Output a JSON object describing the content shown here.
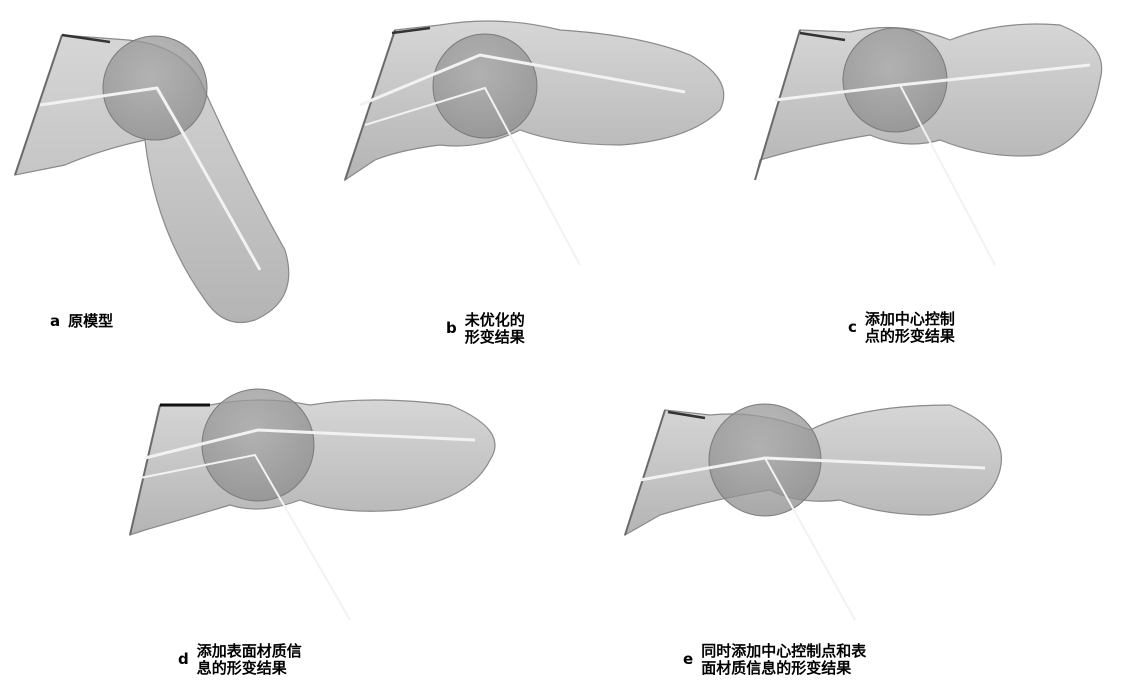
{
  "figure": {
    "panels": [
      {
        "id": "a",
        "letter": "a",
        "lines": [
          "原模型"
        ]
      },
      {
        "id": "b",
        "letter": "b",
        "lines": [
          "未优化的",
          "形变结果"
        ]
      },
      {
        "id": "c",
        "letter": "c",
        "lines": [
          "添加中心控制",
          "点的形变结果"
        ]
      },
      {
        "id": "d",
        "letter": "d",
        "lines": [
          "添加表面材质信",
          "息的形变结果"
        ]
      },
      {
        "id": "e",
        "letter": "e",
        "lines": [
          "同时添加中心控制点和表",
          "面材质信息的形变结果"
        ]
      }
    ]
  },
  "colors": {
    "mesh_fill": "#c4c4c4",
    "mesh_edge": "#8a8a8a",
    "joint_sphere": "#9a9a9a",
    "skeleton": "#f2f2f2",
    "background": "#ffffff"
  }
}
